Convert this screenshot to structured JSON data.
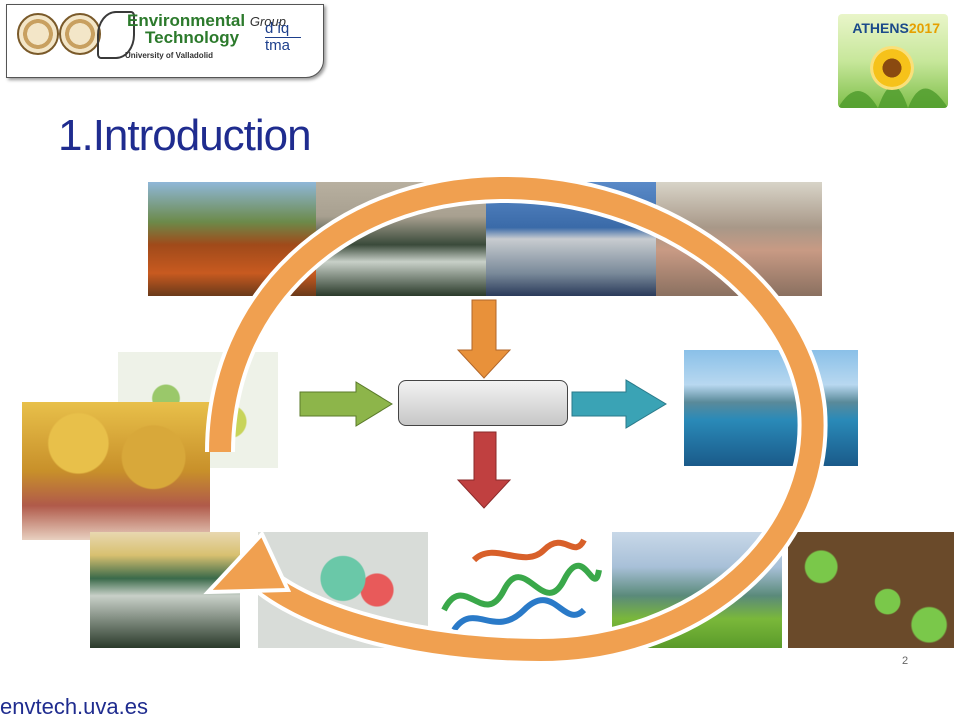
{
  "header": {
    "group_name_line1": "Environmental",
    "group_name_line2": "Technology",
    "group_word": "Group",
    "university": "University of Valladolid",
    "dept_logo_top": "d iq",
    "dept_logo_bottom": "tma",
    "conference": "ATHENS",
    "conference_year": "2017"
  },
  "slide": {
    "title": "1.Introduction",
    "page_number": "2"
  },
  "footer": {
    "website": "envtech.uva.es"
  },
  "colors": {
    "title_blue": "#1f2c8f",
    "cycle_orange": "#f0a050",
    "arrow_green": "#8db54a",
    "arrow_orange": "#e8913a",
    "arrow_teal": "#3aa3b5",
    "arrow_red": "#c04040"
  }
}
